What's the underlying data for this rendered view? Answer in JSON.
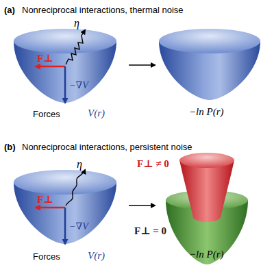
{
  "diagram": {
    "labels": [
      "(a)",
      "Nonreciprocal interactions, thermal noise",
      "η",
      "F⊥",
      "−∇V",
      "Forces",
      "V(r)",
      "−ln P(r)",
      "(b)",
      "Nonreciprocal interactions, persistent noise",
      "η",
      "F⊥",
      "−∇V",
      "Forces",
      "V(r)",
      "F⊥ ≠ 0",
      "F⊥ = 0",
      "−ln P(r)"
    ]
  }
}
